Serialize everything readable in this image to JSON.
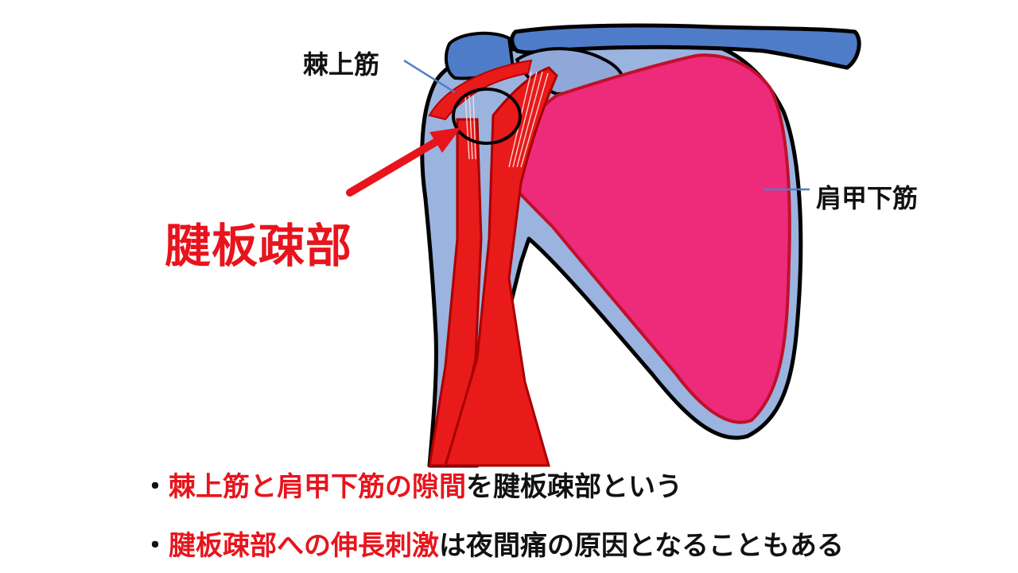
{
  "labels": {
    "supraspinatus": "棘上筋",
    "subscapularis": "肩甲下筋",
    "rotator_interval": "腱板疎部"
  },
  "bullets": [
    {
      "marker": "・",
      "highlight": "棘上筋と肩甲下筋の隙間",
      "rest": "を腱板疎部という"
    },
    {
      "marker": "・",
      "highlight": "腱板疎部への伸長刺激",
      "rest": "は夜間痛の原因となることもある"
    }
  ],
  "colors": {
    "highlight_text": "#e8141d",
    "bone": "#9bb3df",
    "clavicle": "#4f7cc9",
    "muscle_pink": "#ee2a7b",
    "muscle_red": "#e81a1a",
    "outline": "#000000"
  }
}
